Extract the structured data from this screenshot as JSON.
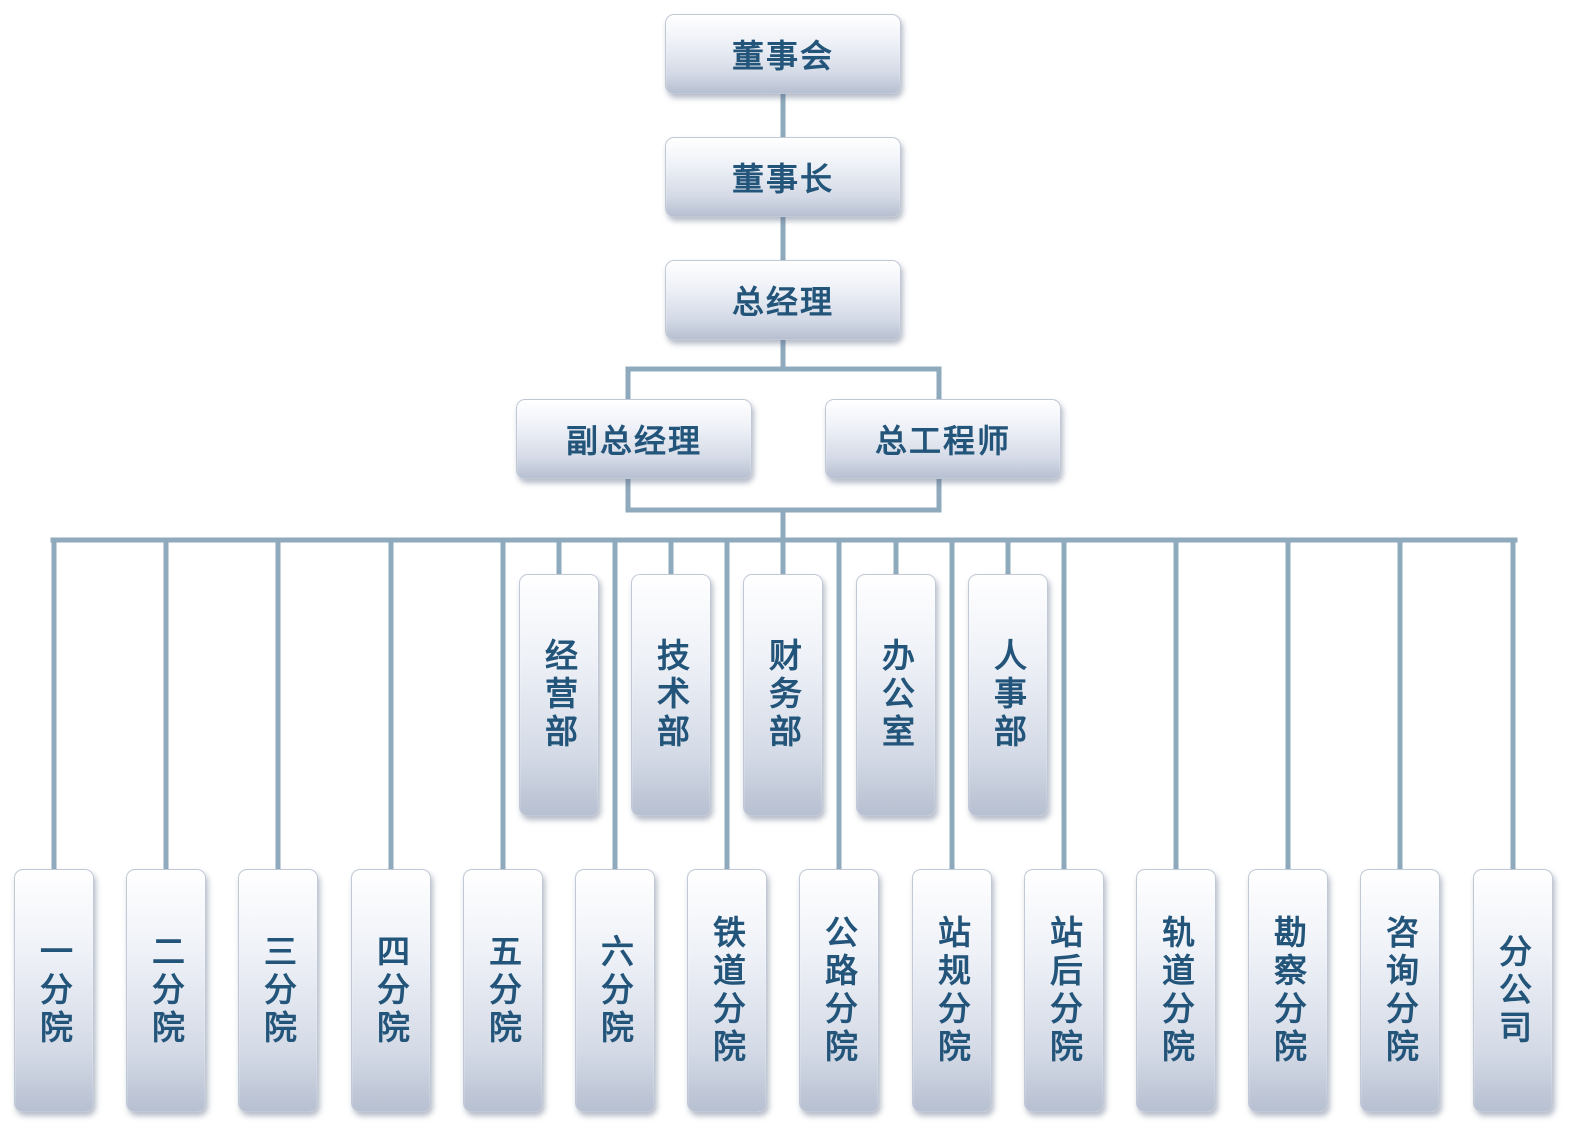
{
  "colors": {
    "connector": "#8fa9bd",
    "text": "#23547a"
  },
  "top": {
    "board": "董事会",
    "chairman": "董事长",
    "general_manager": "总经理"
  },
  "deputies": {
    "deputy_gm": "副总经理",
    "chief_engineer": "总工程师"
  },
  "departments": [
    "经营部",
    "技术部",
    "财务部",
    "办公室",
    "人事部"
  ],
  "branches": [
    "一分院",
    "二分院",
    "三分院",
    "四分院",
    "五分院",
    "六分院",
    "铁道分院",
    "公路分院",
    "站规分院",
    "站后分院",
    "轨道分院",
    "勘察分院",
    "咨询分院",
    "分公司"
  ]
}
